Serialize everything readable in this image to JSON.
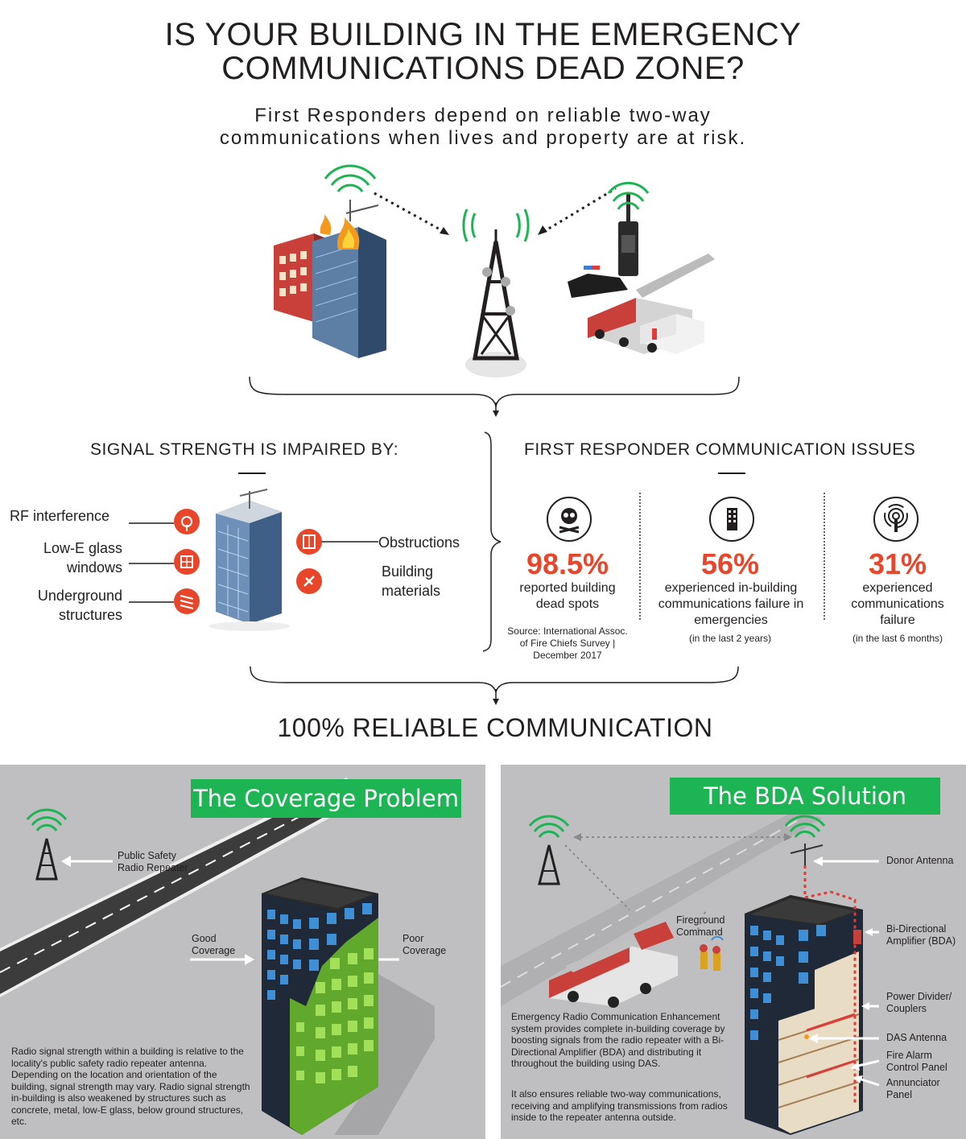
{
  "header": {
    "title_line1": "IS YOUR BUILDING IN THE EMERGENCY",
    "title_line2": "COMMUNICATIONS DEAD ZONE?",
    "subtitle_line1": "First Responders depend on reliable two-way",
    "subtitle_line2": "communications when lives and property are at risk."
  },
  "impaired": {
    "heading": "SIGNAL STRENGTH IS IMPAIRED BY:",
    "left_items": [
      {
        "label": "RF interference",
        "icon": "antenna-icon"
      },
      {
        "label": "Low-E glass windows",
        "icon": "window-icon"
      },
      {
        "label": "Underground structures",
        "icon": "stairs-icon"
      }
    ],
    "right_items": [
      {
        "label": "Obstructions",
        "icon": "wall-icon"
      },
      {
        "label": "Building materials",
        "icon": "materials-icon"
      }
    ]
  },
  "issues": {
    "heading": "FIRST RESPONDER COMMUNICATION ISSUES",
    "stats": [
      {
        "value": "98.5%",
        "description": "reported building dead spots",
        "note": "Source: International Assoc. of Fire Chiefs Survey | December 2017",
        "icon": "skull-icon"
      },
      {
        "value": "56%",
        "description": "experienced in-building communications failure in emergencies",
        "note": "(in the last 2 years)",
        "icon": "building-icon"
      },
      {
        "value": "31%",
        "description": "experienced communications failure",
        "note": "(in the last 6 months)",
        "icon": "signal-icon"
      }
    ]
  },
  "conclusion": "100% RELIABLE COMMUNICATION",
  "coverage_panel": {
    "title": "The Coverage Problem",
    "repeater_label": "Public Safety Radio Repeater",
    "good_label": "Good Coverage",
    "poor_label": "Poor Coverage",
    "paragraph": "Radio signal strength within a building is relative to the locality's public safety radio repeater antenna. Depending on the location and orientation of the building, signal strength may vary. Radio signal strength in-building is also weakened by structures such as concrete, metal, low-E glass, below ground structures, etc."
  },
  "bda_panel": {
    "title": "The BDA Solution",
    "fireground_label": "Fireground Command",
    "labels": [
      "Donor Antenna",
      "Bi-Directional Amplifier (BDA)",
      "Power Divider/ Couplers",
      "DAS Antenna",
      "Fire Alarm Control Panel",
      "Annunciator Panel"
    ],
    "paragraph1": "Emergency Radio Communication Enhancement system provides complete in-building coverage by boosting signals from the radio repeater with a Bi-Directional Amplifier (BDA) and distributing it throughout the building using DAS.",
    "paragraph2": "It also ensures reliable two-way communications, receiving and amplifying transmissions from radios inside to the repeater antenna outside."
  },
  "colors": {
    "accent": "#e8462b",
    "green": "#1db553",
    "panel_gray": "#bfbfc1",
    "glass_blue": "#3f8fd6"
  }
}
